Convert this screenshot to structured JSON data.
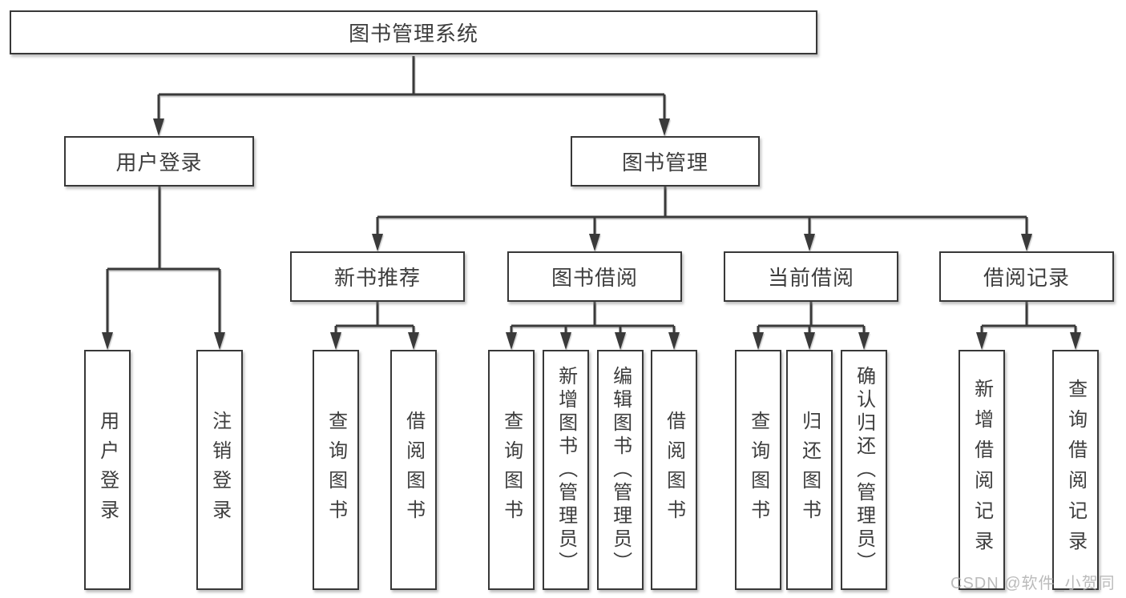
{
  "tree": {
    "root": "图书管理系统",
    "children": [
      {
        "label": "用户登录",
        "children": [
          "用户登录",
          "注销登录"
        ]
      },
      {
        "label": "图书管理",
        "children": [
          {
            "label": "新书推荐",
            "children": [
              "查询图书",
              "借阅图书"
            ]
          },
          {
            "label": "图书借阅",
            "children": [
              "查询图书",
              "新增图书（管理员）",
              "编辑图书（管理员）",
              "借阅图书"
            ]
          },
          {
            "label": "当前借阅",
            "children": [
              "查询图书",
              "归还图书",
              "确认归还（管理员）"
            ]
          },
          {
            "label": "借阅记录",
            "children": [
              "新增借阅记录",
              "查询借阅记录"
            ]
          }
        ]
      }
    ]
  },
  "watermark": {
    "text": "CSDN @软件_小贺同学"
  },
  "colors": {
    "line": "#3a3a3a",
    "box_border": "#383838",
    "text": "#3d3d3d",
    "watermark": "#b4b4b4",
    "background": "#ffffff"
  }
}
